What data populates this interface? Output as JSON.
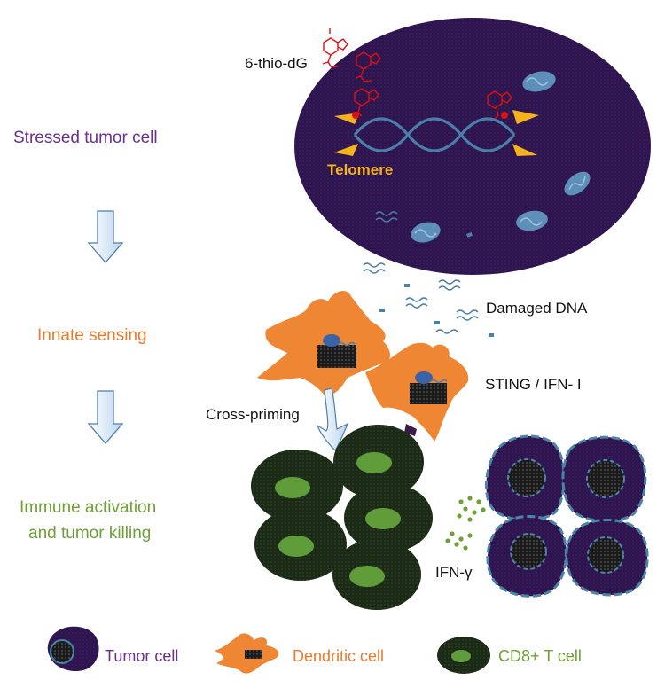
{
  "steps": {
    "stressed": "Stressed tumor cell",
    "innate": "Innate sensing",
    "immune_line1": "Immune activation",
    "immune_line2": "and tumor killing"
  },
  "labels": {
    "drug": "6-thio-dG",
    "telomere": "Telomere",
    "damaged_dna": "Damaged DNA",
    "sting": "STING / IFN- I",
    "cross_priming": "Cross-priming",
    "ifn_gamma": "IFN-γ"
  },
  "legend": {
    "tumor": "Tumor cell",
    "dendritic": "Dendritic cell",
    "tcell": "CD8+ T cell"
  },
  "colors": {
    "tumor_fill": "#2e1550",
    "tumor_border": "#4a84a6",
    "dendritic": "#ef8633",
    "tcell_dark": "#1b3313",
    "tcell_inner": "#5f9d3b",
    "drug_red": "#dd1111",
    "telomere_yellow": "#f6b21b",
    "dna_blue": "#4a7fa8",
    "step_purple": "#6b2e8e",
    "step_orange": "#ea7a2b",
    "step_green": "#6ea035"
  }
}
